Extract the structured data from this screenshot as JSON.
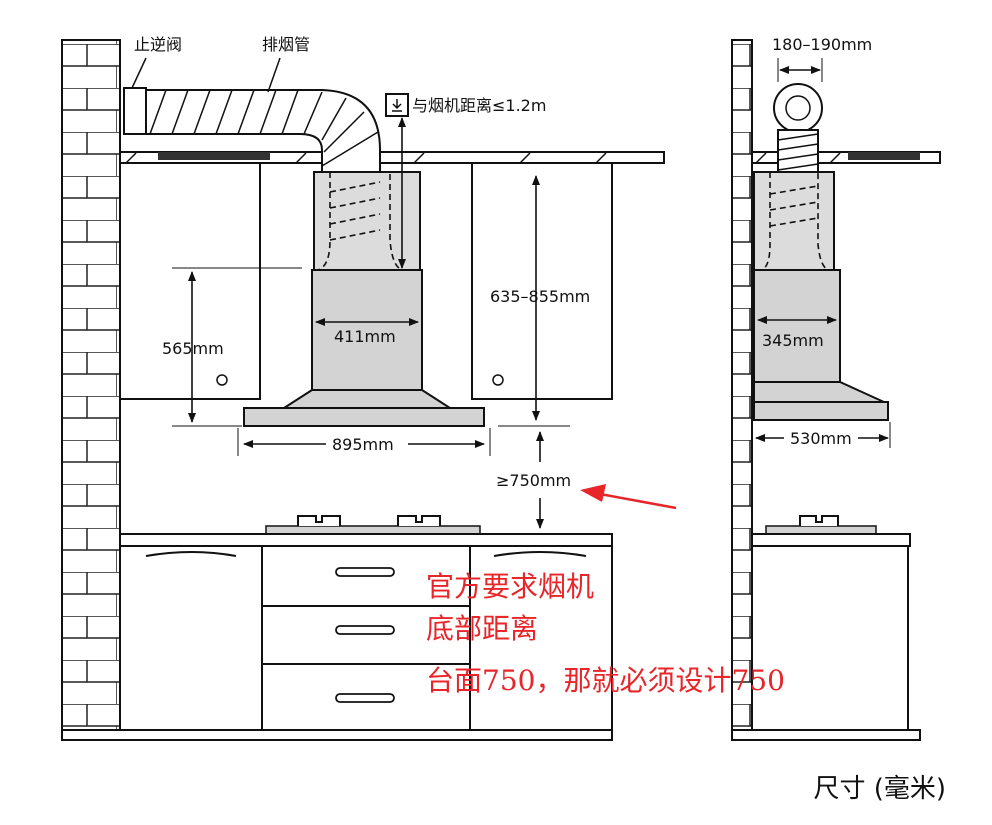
{
  "labels": {
    "check_valve": "止逆阀",
    "exhaust_pipe": "排烟管",
    "hood_distance": "与烟机距离≤1.2m",
    "dim_565": "565mm",
    "dim_411": "411mm",
    "dim_635_855": "635–855mm",
    "dim_895": "895mm",
    "dim_750": "≥750mm",
    "dim_180_190": "180–190mm",
    "dim_345": "345mm",
    "dim_530": "530mm",
    "unit": "尺寸 (毫米)"
  },
  "annotation": {
    "lines": [
      "官方要求烟机",
      "底部距离",
      "台面750，那就必须设计750"
    ],
    "color": "#e8262a"
  },
  "colors": {
    "line": "#1a1a1a",
    "hood_fill": "#d3d3d3",
    "chimney_fill": "#dcdcdc",
    "annotation": "#e8262a"
  }
}
